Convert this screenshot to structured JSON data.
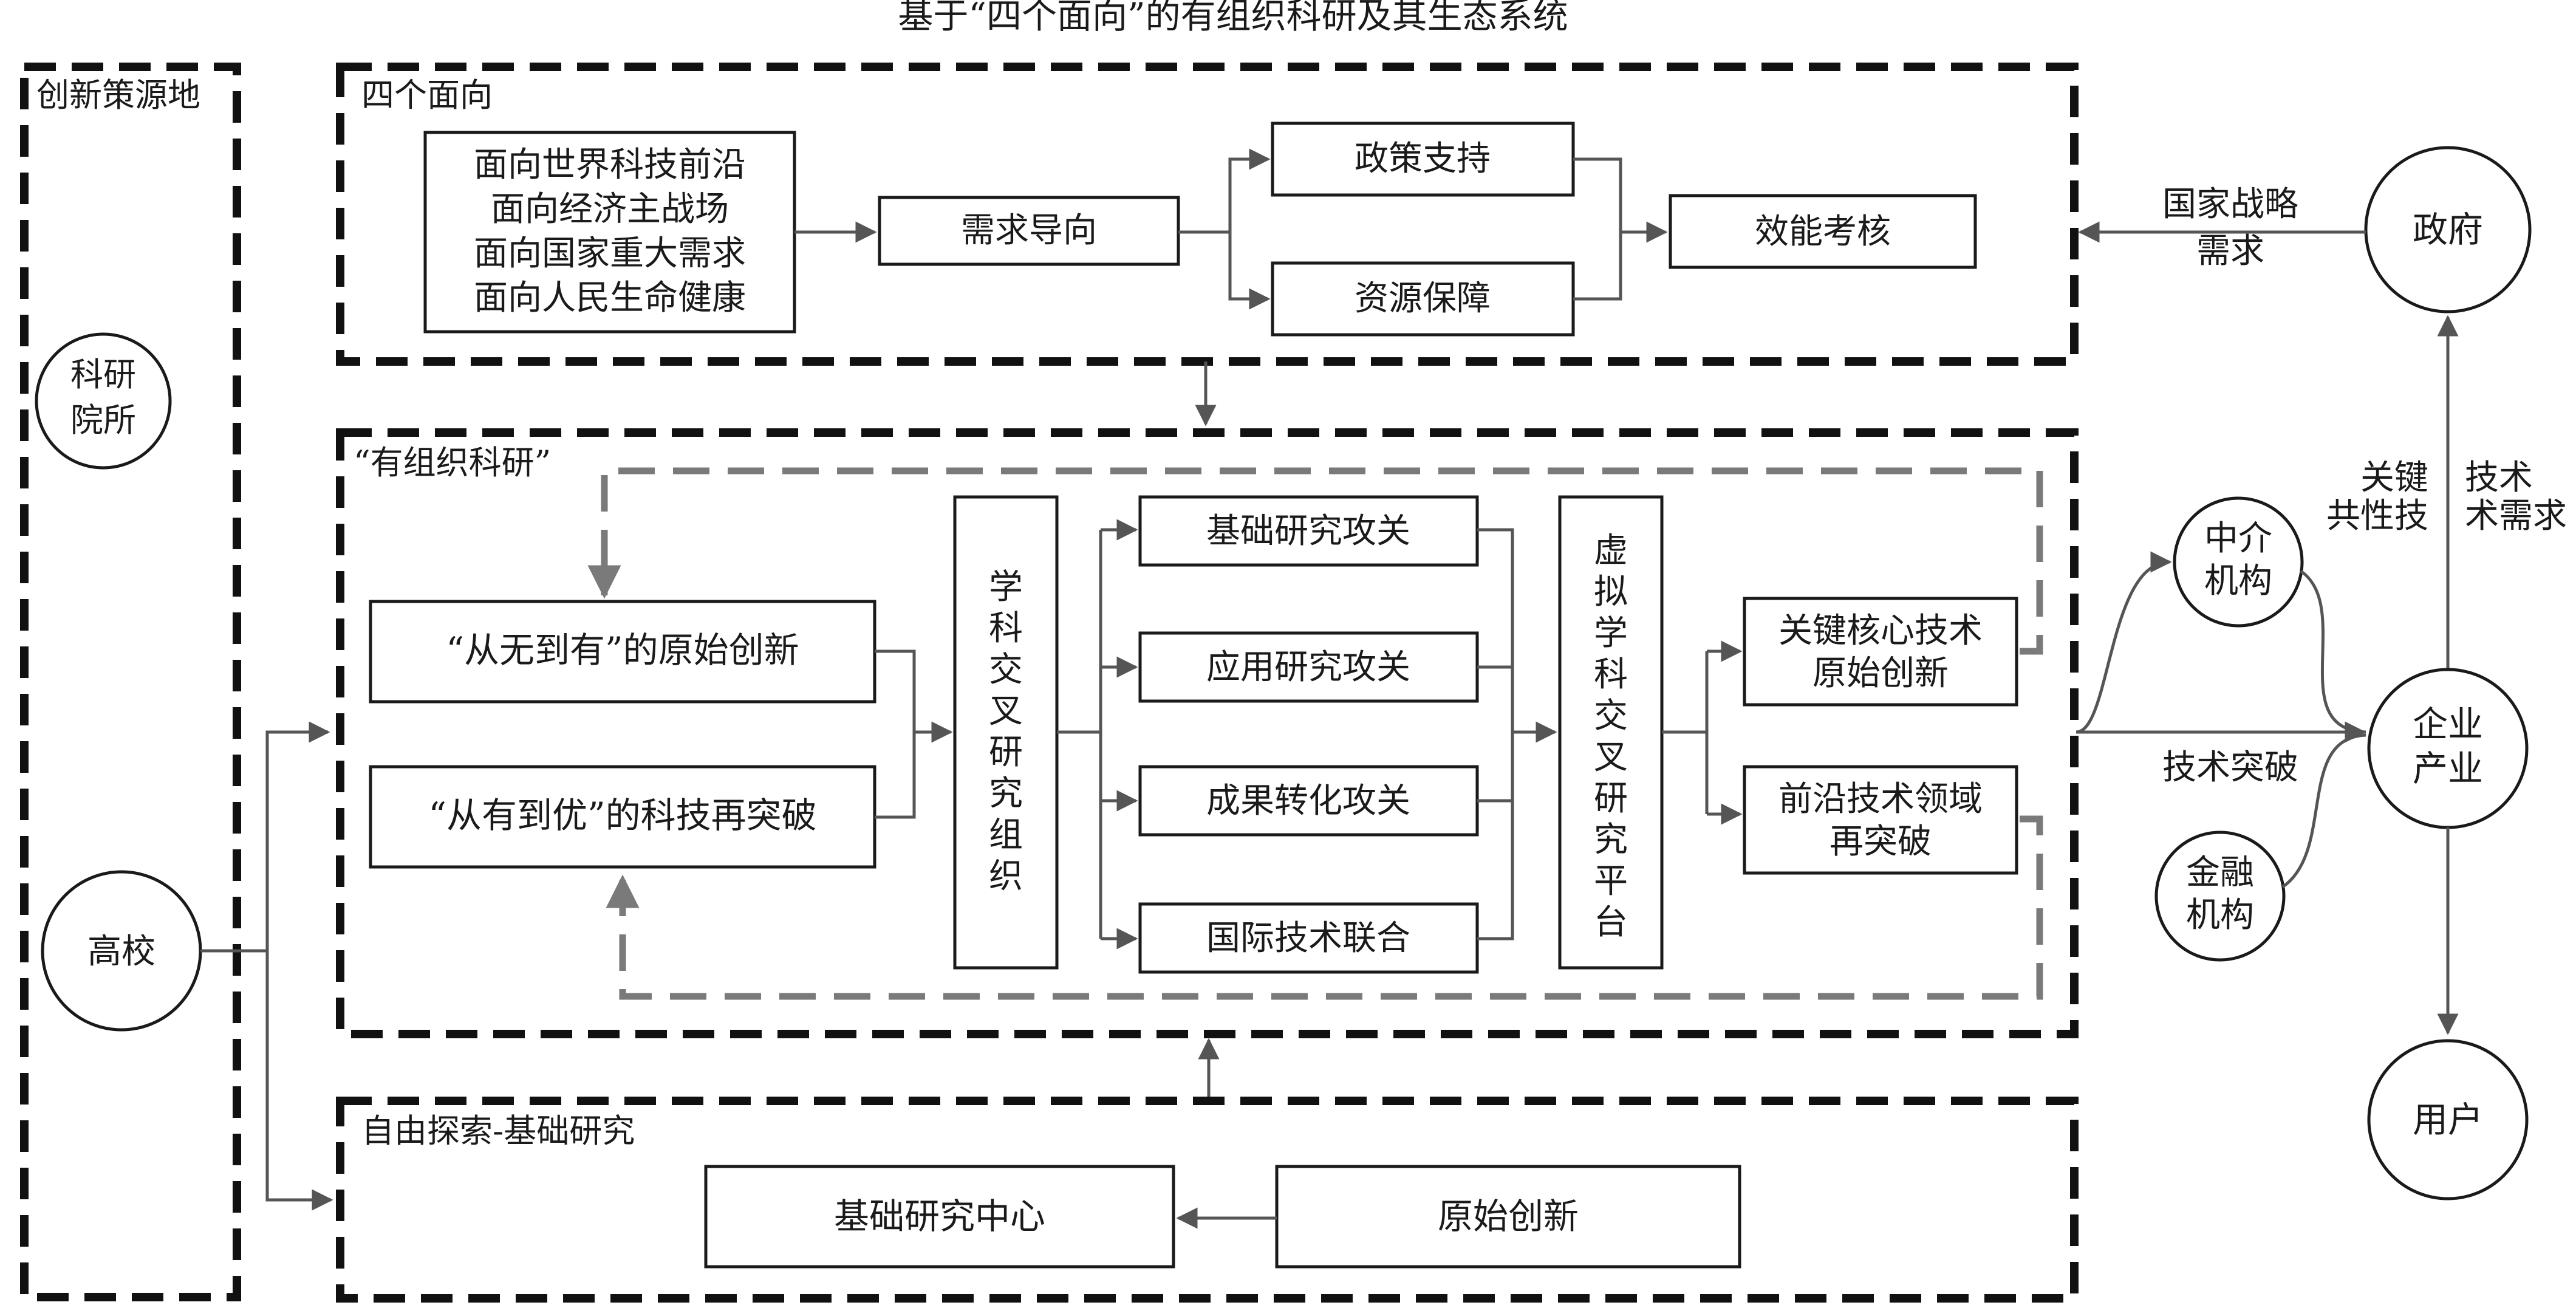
{
  "title": "基于“四个面向”的有组织科研及其生态系统",
  "left_panel": {
    "title": "创新策源地",
    "node_institutes": [
      "科研",
      "院所"
    ],
    "node_university": "高校"
  },
  "four_orientations": {
    "label": "四个面向",
    "items": [
      "面向世界科技前沿",
      "面向经济主战场",
      "面向国家重大需求",
      "面向人民生命健康"
    ],
    "demand": "需求导向",
    "policy": "政策支持",
    "resource": "资源保障",
    "evaluation": "效能考核"
  },
  "organized_research": {
    "label": "“有组织科研”",
    "original_innovation": "“从无到有”的原始创新",
    "breakthrough": "“从有到优”的科技再突破",
    "interdisciplinary_org": [
      "学",
      "科",
      "交",
      "叉",
      "研",
      "究",
      "组",
      "织"
    ],
    "tasks": [
      "基础研究攻关",
      "应用研究攻关",
      "成果转化攻关",
      "国际技术联合"
    ],
    "virtual_platform": [
      "虚",
      "拟",
      "学",
      "科",
      "交",
      "叉",
      "研",
      "究",
      "平",
      "台"
    ],
    "output_core": [
      "关键核心技术",
      "原始创新"
    ],
    "output_frontier": [
      "前沿技术领域",
      "再突破"
    ]
  },
  "free_exploration": {
    "label": "自由探索-基础研究",
    "center": "基础研究中心",
    "original": "原始创新"
  },
  "ecosystem": {
    "government": "政府",
    "national_demand": [
      "国家战略",
      "需求"
    ],
    "key_tech_left": [
      "关键",
      "共性技"
    ],
    "key_tech_right": [
      "技术",
      "术需求"
    ],
    "intermediary": [
      "中介",
      "机构"
    ],
    "finance": [
      "金融",
      "机构"
    ],
    "enterprise": [
      "企业",
      "产业"
    ],
    "tech_breakthrough": "技术突破",
    "user": "用户"
  }
}
